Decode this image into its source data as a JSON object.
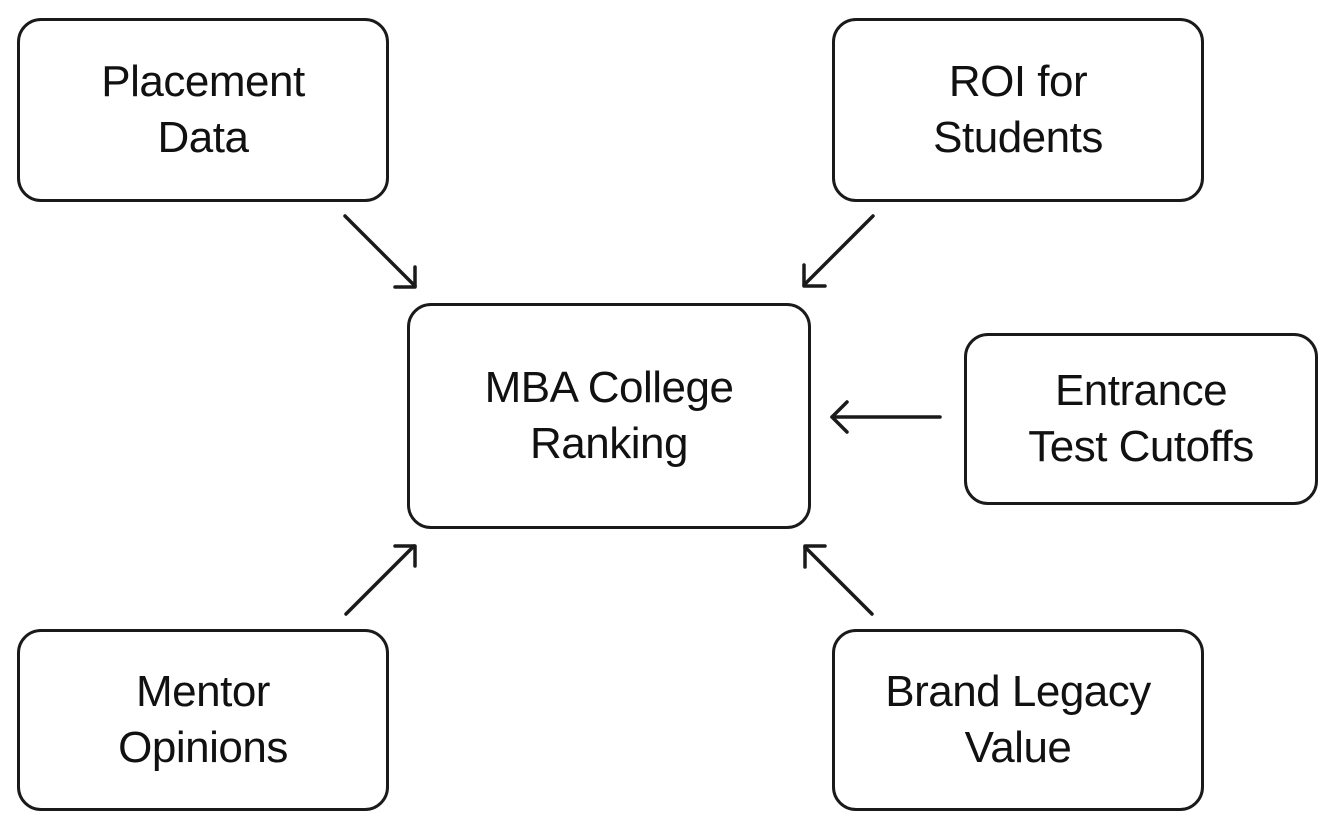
{
  "diagram": {
    "center": {
      "id": "center",
      "label": "MBA College\nRanking"
    },
    "factors": [
      {
        "id": "placement",
        "label": "Placement\nData"
      },
      {
        "id": "roi",
        "label": "ROI for\nStudents"
      },
      {
        "id": "entrance",
        "label": "Entrance\nTest Cutoffs"
      },
      {
        "id": "mentor",
        "label": "Mentor\nOpinions"
      },
      {
        "id": "brand",
        "label": "Brand Legacy\nValue"
      }
    ],
    "edges": [
      {
        "from": "placement",
        "to": "center"
      },
      {
        "from": "roi",
        "to": "center"
      },
      {
        "from": "entrance",
        "to": "center"
      },
      {
        "from": "mentor",
        "to": "center"
      },
      {
        "from": "brand",
        "to": "center"
      }
    ],
    "colors": {
      "stroke": "#1a1a1a",
      "text": "#111111",
      "background": "#ffffff"
    }
  }
}
